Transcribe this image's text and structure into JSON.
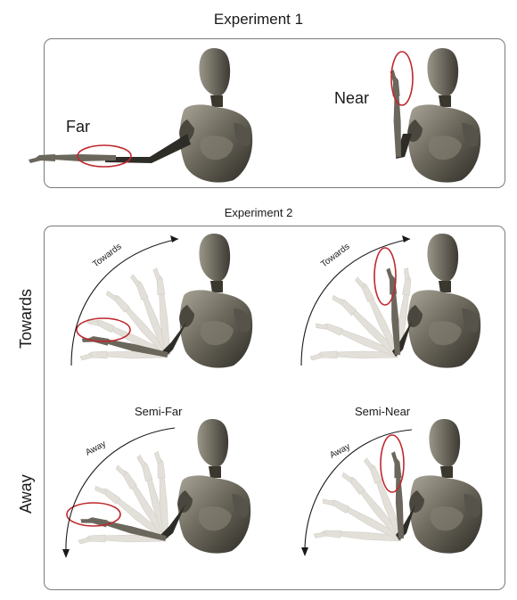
{
  "experiment1": {
    "title": "Experiment 1",
    "label_far": "Far",
    "label_near": "Near"
  },
  "experiment2": {
    "title": "Experiment 2",
    "row_towards": "Towards",
    "row_away": "Away",
    "arrow_towards": "Towards",
    "arrow_away": "Away",
    "label_semi_far": "Semi-Far",
    "label_semi_near": "Semi-Near"
  },
  "colors": {
    "highlight": "#c0272d",
    "figure": "#6b675c",
    "ghost_arm": "#e3e0da",
    "frame": "#7a7a7a"
  }
}
